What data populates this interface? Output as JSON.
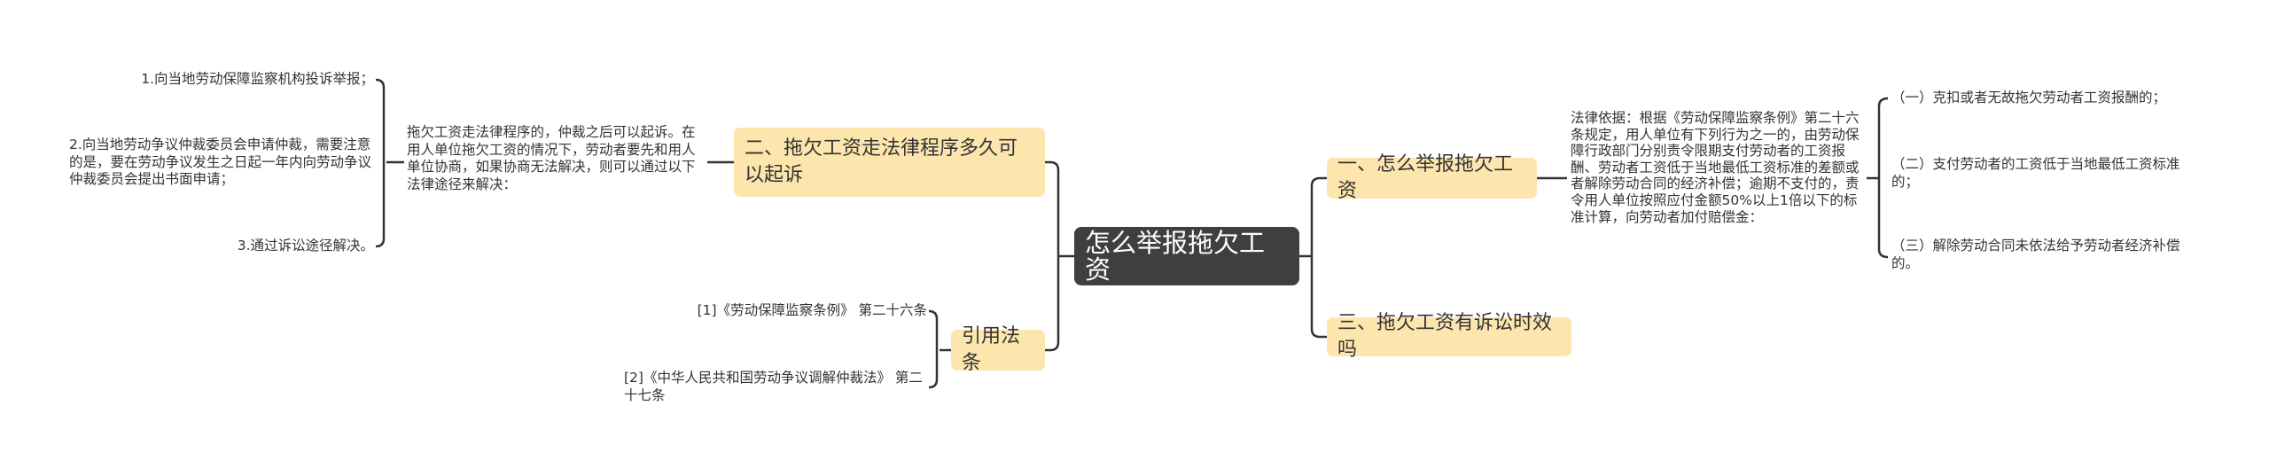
{
  "root": "怎么举报拖欠工资",
  "left": {
    "branch2": {
      "title": "二、拖欠工资走法律程序多久可以起诉",
      "description": "拖欠工资走法律程序的，仲裁之后可以起诉。在用人单位拖欠工资的情况下，劳动者要先和用人单位协商，如果协商无法解决，则可以通过以下法律途径来解决：",
      "items": [
        "1.向当地劳动保障监察机构投诉举报；",
        "2.向当地劳动争议仲裁委员会申请仲裁，需要注意的是，要在劳动争议发生之日起一年内向劳动争议仲裁委员会提出书面申请；",
        "3.通过诉讼途径解决。"
      ]
    },
    "references": {
      "title": "引用法条",
      "items": [
        "[1]《劳动保障监察条例》 第二十六条",
        "[2]《中华人民共和国劳动争议调解仲裁法》 第二十七条"
      ]
    }
  },
  "right": {
    "branch1": {
      "title": "一、怎么举报拖欠工资",
      "description": "法律依据：根据《劳动保障监察条例》第二十六条规定，用人单位有下列行为之一的，由劳动保障行政部门分别责令限期支付劳动者的工资报酬、劳动者工资低于当地最低工资标准的差额或者解除劳动合同的经济补偿；逾期不支付的，责令用人单位按照应付金额50%以上1倍以下的标准计算，向劳动者加付赔偿金：",
      "items": [
        "（一）克扣或者无故拖欠劳动者工资报酬的；",
        "（二）支付劳动者的工资低于当地最低工资标准的；",
        "（三）解除劳动合同未依法给予劳动者经济补偿的。"
      ]
    },
    "branch3": {
      "title": "三、拖欠工资有诉讼时效吗"
    }
  },
  "colors": {
    "root_fill": "#3f3f3f",
    "node_fill": "#fde6ae",
    "line": "#333333"
  }
}
